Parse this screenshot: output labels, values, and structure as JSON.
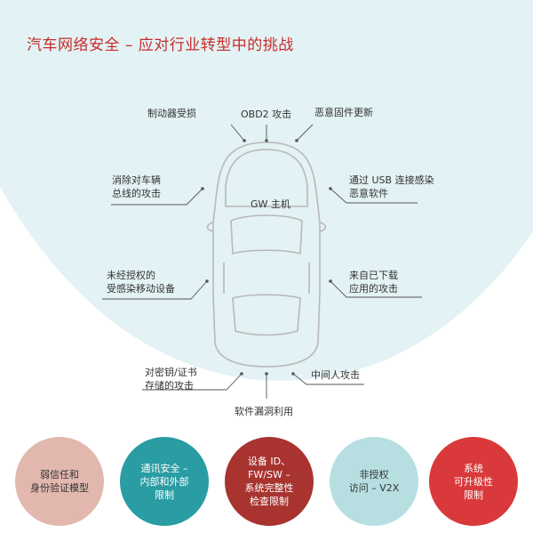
{
  "title": "汽车网络安全 – 应对行业转型中的挑战",
  "center": "GW 主机",
  "labels": {
    "brake": [
      "制动器受损"
    ],
    "obd2": [
      "OBD2 攻击"
    ],
    "firmware": [
      "恶意固件更新"
    ],
    "bus_attack": [
      "消除对车辆",
      "总线的攻击"
    ],
    "usb": [
      "通过 USB 连接感染",
      "恶意软件"
    ],
    "mobile": [
      "未经授权的",
      "受感染移动设备"
    ],
    "download": [
      "来自已下载",
      "应用的攻击"
    ],
    "keys": [
      "对密钥/证书",
      "存储的攻击"
    ],
    "mitm": [
      "中间人攻击"
    ],
    "vuln": [
      "软件漏洞利用"
    ]
  },
  "circles": [
    {
      "lines": [
        "弱信任和",
        "身份验证模型"
      ],
      "color": "#e2b8ae",
      "text_color": "#333333"
    },
    {
      "lines": [
        "通讯安全 –",
        "内部和外部",
        "限制"
      ],
      "color": "#2a9ca3",
      "text_color": "#ffffff"
    },
    {
      "lines": [
        "设备 ID、",
        "FW/SW –",
        "系统完整性",
        "检查限制"
      ],
      "color": "#a8332f",
      "text_color": "#ffffff"
    },
    {
      "lines": [
        "非授权",
        "访问 – V2X"
      ],
      "color": "#b7dfe1",
      "text_color": "#333333"
    },
    {
      "lines": [
        "系统",
        "可升级性",
        "限制"
      ],
      "color": "#d9393a",
      "text_color": "#ffffff"
    }
  ],
  "colors": {
    "title": "#c62b2b",
    "background_arc": "#e3f2f4",
    "car_stroke": "#b8b8b8",
    "leader_line": "#555555"
  }
}
